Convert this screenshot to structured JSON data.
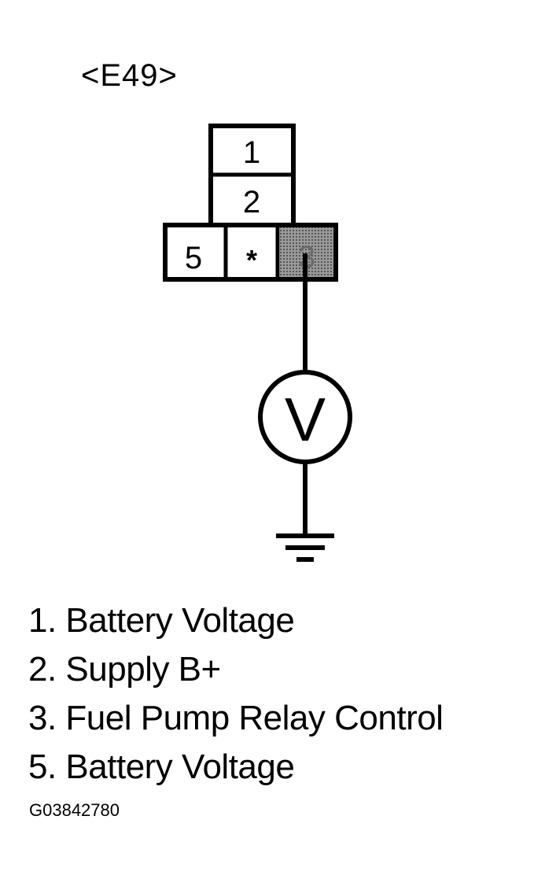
{
  "connector": {
    "label": "<E49>",
    "pins": [
      {
        "label": "1"
      },
      {
        "label": "2"
      },
      {
        "label": "5"
      },
      {
        "label": "*"
      },
      {
        "label": "3"
      }
    ]
  },
  "meter": {
    "symbol": "V"
  },
  "legend": [
    "1. Battery Voltage",
    "2. Supply B+",
    "3. Fuel Pump Relay Control",
    "5. Battery Voltage"
  ],
  "figure_id": "G03842780",
  "colors": {
    "line": "#000000",
    "highlight": "#8a8a8a",
    "background": "#ffffff"
  }
}
